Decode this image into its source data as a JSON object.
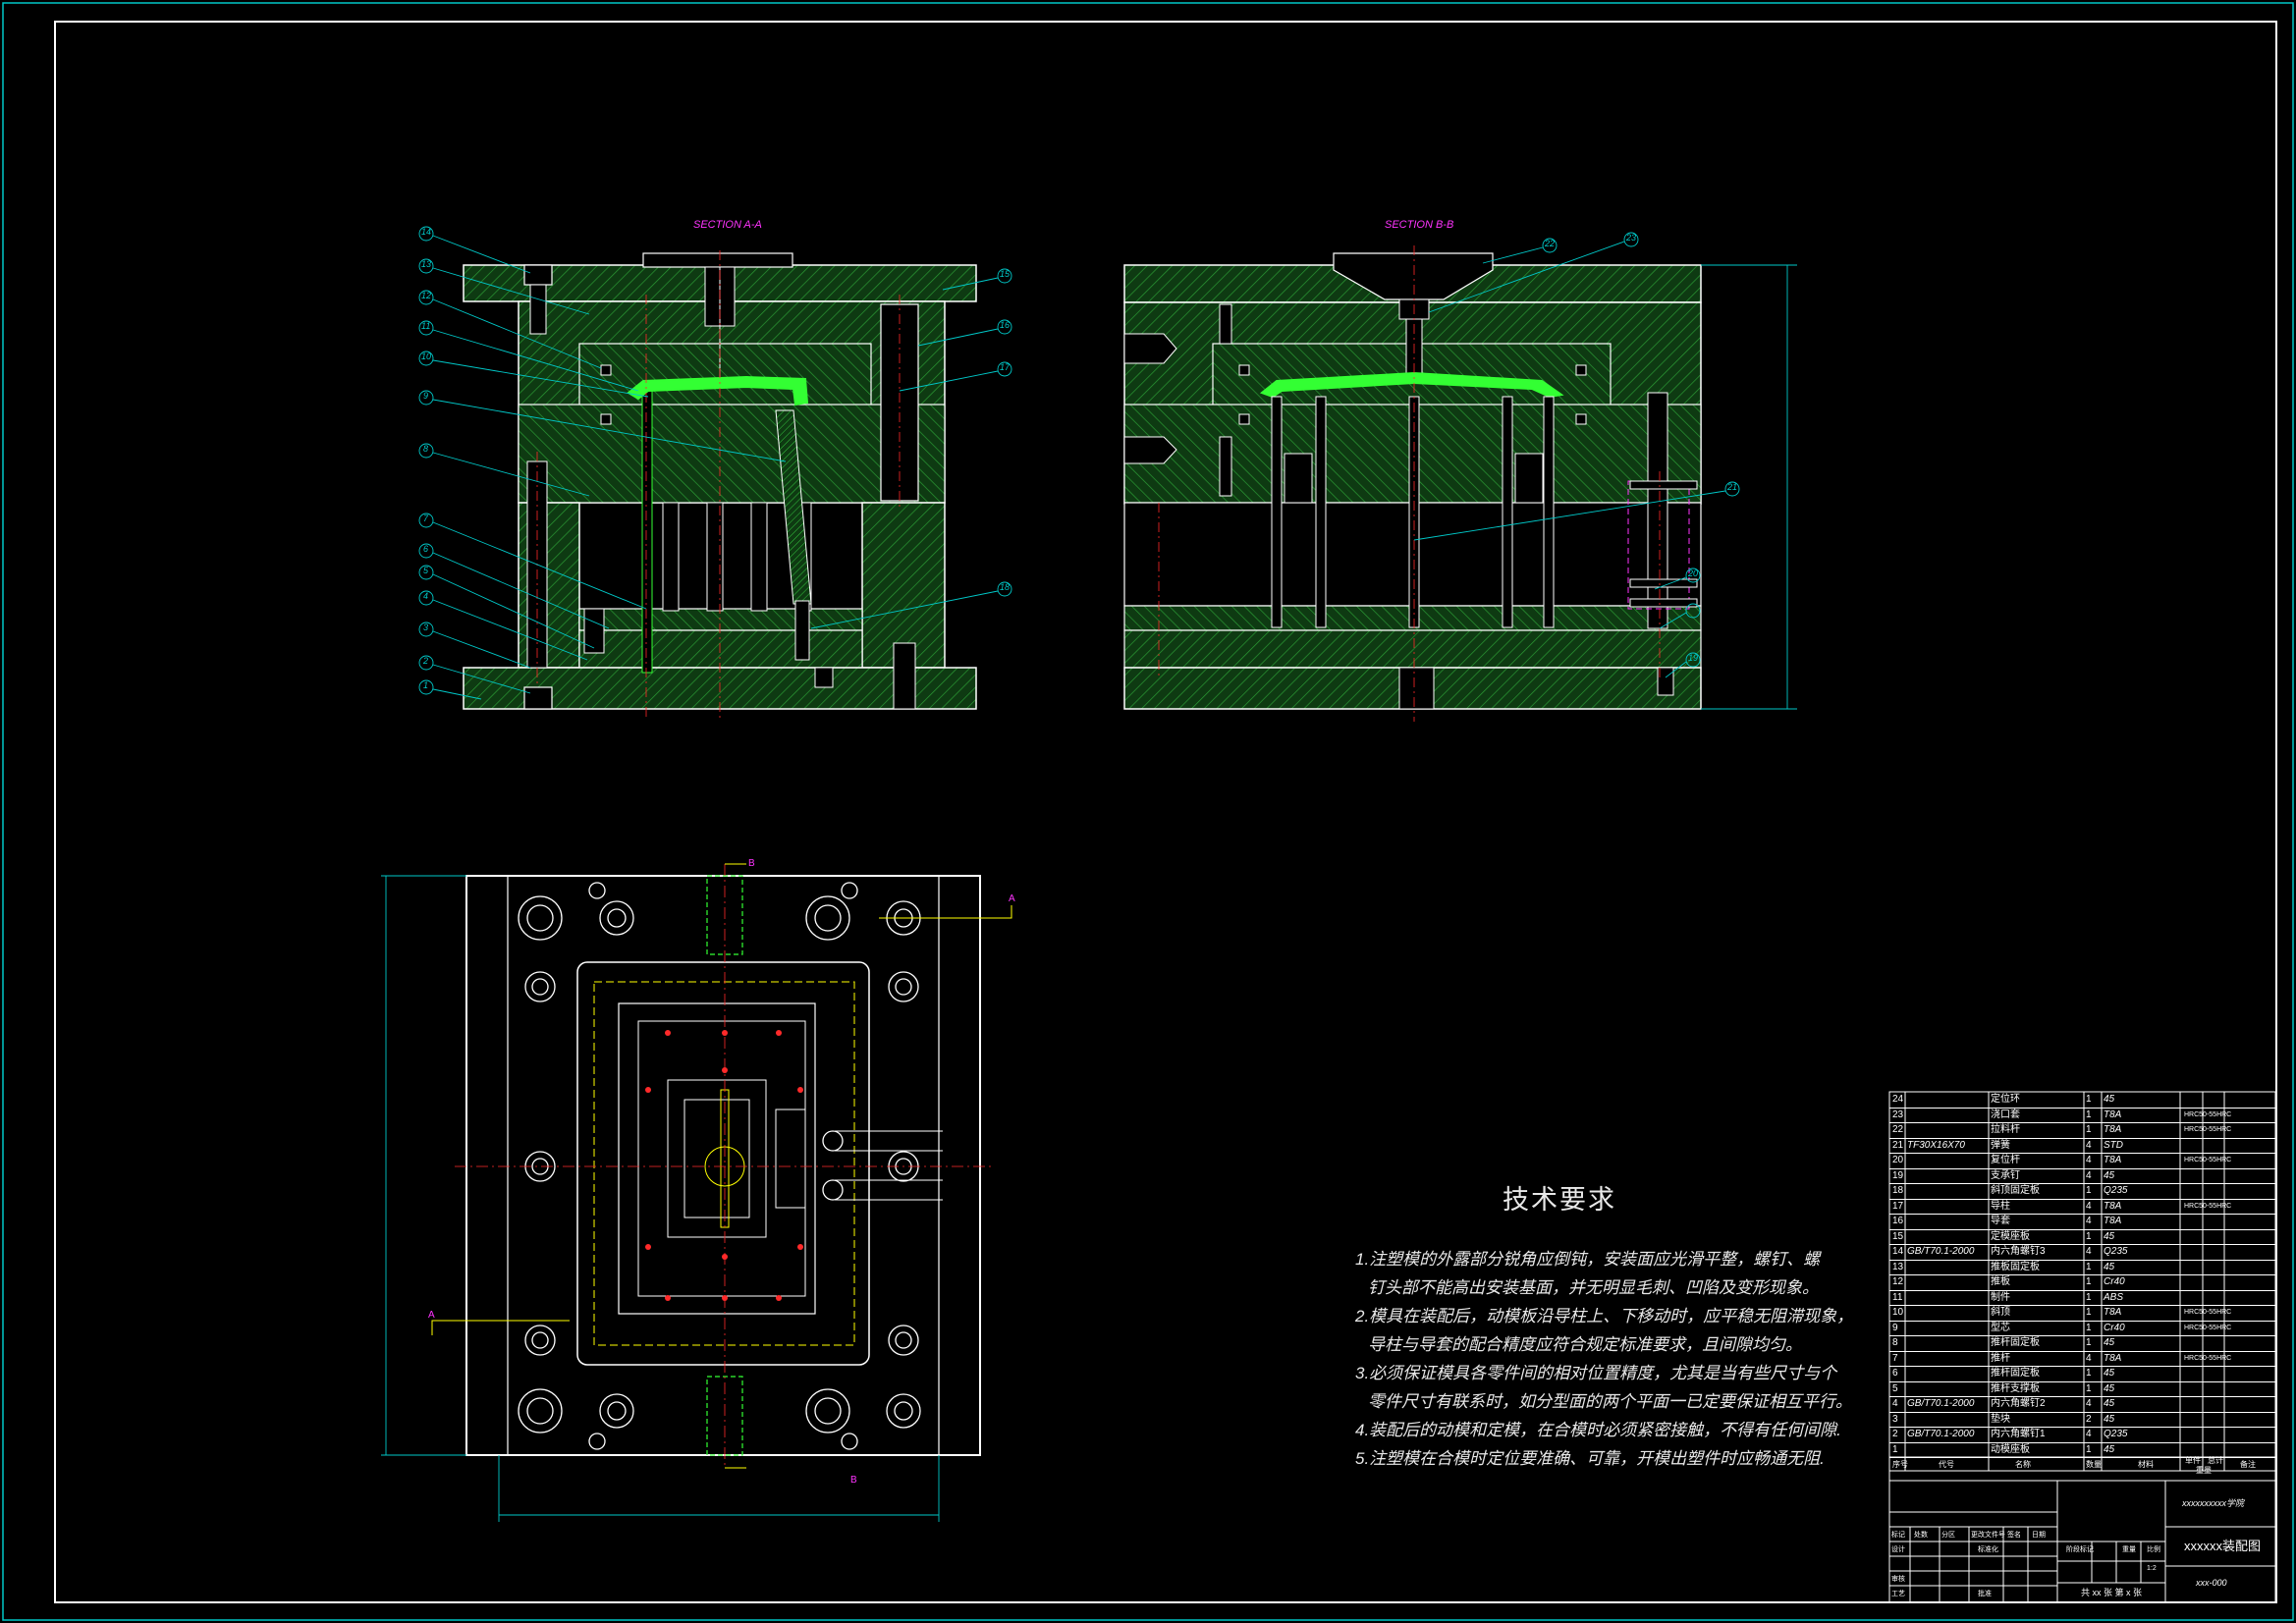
{
  "drawing": {
    "section_aa": "SECTION A-A",
    "section_bb": "SECTION B-B",
    "balloons_left": [
      "14",
      "13",
      "12",
      "11",
      "10",
      "9",
      "8",
      "7",
      "6",
      "5",
      "4",
      "3",
      "2",
      "1"
    ],
    "balloons_left_right": [
      "15",
      "16",
      "17",
      "18"
    ],
    "balloons_right": [
      "22",
      "23",
      "21",
      "20",
      "19"
    ],
    "cut_a": "A",
    "cut_b": "B",
    "colors": {
      "frame": "#00c8c8",
      "hatch": "#1f8c2a",
      "fill": "#0f3d12",
      "part": "#33ff33",
      "line": "#ffffff",
      "center": "#ff2a2a",
      "mark": "#ffff00",
      "magenta": "#ff33ff"
    }
  },
  "tech": {
    "title": "技术要求",
    "lines": [
      "1.注塑模的外露部分锐角应倒钝，安装面应光滑平整，螺钉、螺",
      "钉头部不能高出安装基面，并无明显毛刺、凹陷及变形现象。",
      "2.模具在装配后，动模板沿导柱上、下移动时，应平稳无阻滞现象，",
      "导柱与导套的配合精度应符合规定标准要求，且间隙均匀。",
      "3.必须保证模具各零件间的相对位置精度，尤其是当有些尺寸与个",
      "零件尺寸有联系时，如分型面的两个平面一已定要保证相互平行。",
      "4.装配后的动模和定模，在合模时必须紧密接触，不得有任何间隙.",
      "5.注塑模在合模时定位要准确、可靠，开模出塑件时应畅通无阻."
    ]
  },
  "bom": {
    "rows": [
      {
        "no": "24",
        "code": "",
        "name": "定位环",
        "qty": "1",
        "mat": "45",
        "rem": ""
      },
      {
        "no": "23",
        "code": "",
        "name": "浇口套",
        "qty": "1",
        "mat": "T8A",
        "rem": "HRC50-55HRC"
      },
      {
        "no": "22",
        "code": "",
        "name": "拉料杆",
        "qty": "1",
        "mat": "T8A",
        "rem": "HRC50-55HRC"
      },
      {
        "no": "21",
        "code": "TF30X16X70",
        "name": "弹簧",
        "qty": "4",
        "mat": "STD",
        "rem": ""
      },
      {
        "no": "20",
        "code": "",
        "name": "复位杆",
        "qty": "4",
        "mat": "T8A",
        "rem": "HRC50-55HRC"
      },
      {
        "no": "19",
        "code": "",
        "name": "支承钉",
        "qty": "4",
        "mat": "45",
        "rem": ""
      },
      {
        "no": "18",
        "code": "",
        "name": "斜顶固定板",
        "qty": "1",
        "mat": "Q235",
        "rem": ""
      },
      {
        "no": "17",
        "code": "",
        "name": "导柱",
        "qty": "4",
        "mat": "T8A",
        "rem": "HRC50-55HRC"
      },
      {
        "no": "16",
        "code": "",
        "name": "导套",
        "qty": "4",
        "mat": "T8A",
        "rem": ""
      },
      {
        "no": "15",
        "code": "",
        "name": "定模座板",
        "qty": "1",
        "mat": "45",
        "rem": ""
      },
      {
        "no": "14",
        "code": "GB/T70.1-2000",
        "name": "内六角螺钉3",
        "qty": "4",
        "mat": "Q235",
        "rem": ""
      },
      {
        "no": "13",
        "code": "",
        "name": "推板固定板",
        "qty": "1",
        "mat": "45",
        "rem": ""
      },
      {
        "no": "12",
        "code": "",
        "name": "推板",
        "qty": "1",
        "mat": "Cr40",
        "rem": ""
      },
      {
        "no": "11",
        "code": "",
        "name": "制件",
        "qty": "1",
        "mat": "ABS",
        "rem": ""
      },
      {
        "no": "10",
        "code": "",
        "name": "斜顶",
        "qty": "1",
        "mat": "T8A",
        "rem": "HRC50-55HRC"
      },
      {
        "no": "9",
        "code": "",
        "name": "型芯",
        "qty": "1",
        "mat": "Cr40",
        "rem": "HRC50-55HRC"
      },
      {
        "no": "8",
        "code": "",
        "name": "推杆固定板",
        "qty": "1",
        "mat": "45",
        "rem": ""
      },
      {
        "no": "7",
        "code": "",
        "name": "推杆",
        "qty": "4",
        "mat": "T8A",
        "rem": "HRC50-55HRC"
      },
      {
        "no": "6",
        "code": "",
        "name": "推杆固定板",
        "qty": "1",
        "mat": "45",
        "rem": ""
      },
      {
        "no": "5",
        "code": "",
        "name": "推杆支撑板",
        "qty": "1",
        "mat": "45",
        "rem": ""
      },
      {
        "no": "4",
        "code": "GB/T70.1-2000",
        "name": "内六角螺钉2",
        "qty": "4",
        "mat": "45",
        "rem": ""
      },
      {
        "no": "3",
        "code": "",
        "name": "垫块",
        "qty": "2",
        "mat": "45",
        "rem": ""
      },
      {
        "no": "2",
        "code": "GB/T70.1-2000",
        "name": "内六角螺钉1",
        "qty": "4",
        "mat": "Q235",
        "rem": ""
      },
      {
        "no": "1",
        "code": "",
        "name": "动模座板",
        "qty": "1",
        "mat": "45",
        "rem": ""
      }
    ],
    "header": {
      "no": "序号",
      "code": "代号",
      "name": "名称",
      "qty": "数量",
      "mat": "材料",
      "unit_w": "单件",
      "total_w": "总计",
      "weight": "重量",
      "rem": "备注"
    },
    "school": "xxxxxxxxxx学院",
    "title": "xxxxxx装配图",
    "drawing_no": "xxx-000",
    "sheets": "共 xx 张  第 x 张",
    "labels": {
      "mark": "标记",
      "count": "处数",
      "zone": "分区",
      "change_doc": "更改文件号",
      "sign": "签名",
      "date": "日期",
      "design": "设计",
      "std": "标准化",
      "stage_mark": "阶段标记",
      "weight": "重量",
      "scale": "比例",
      "review": "审核",
      "process": "工艺",
      "approve": "批准",
      "scale_val": "1:2"
    }
  }
}
